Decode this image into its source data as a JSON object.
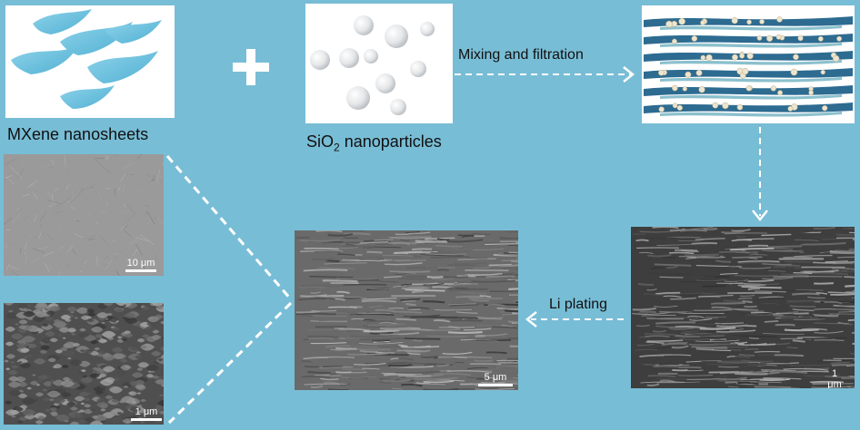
{
  "labels": {
    "mxene": "MXene nanosheets",
    "sio2_main": "SiO",
    "sio2_sub": "2",
    "sio2_rest": " nanoparticles",
    "mixing": "Mixing and filtration",
    "li_plating": "Li plating",
    "plus": "+"
  },
  "scale_bars": {
    "top_left": "10 μm",
    "bottom_left": "1 μm",
    "center": "5 μm",
    "right": "1 μm"
  },
  "colors": {
    "background": "#78bdd6",
    "nanosheet": "#6cc3df",
    "stack_layer": "#2d6b91",
    "particle": "#ece5d0",
    "arrow": "#ffffff"
  },
  "icons": [
    "plus-icon",
    "dashed-arrow-right-icon",
    "dashed-arrow-down-icon",
    "dashed-arrow-left-icon"
  ]
}
